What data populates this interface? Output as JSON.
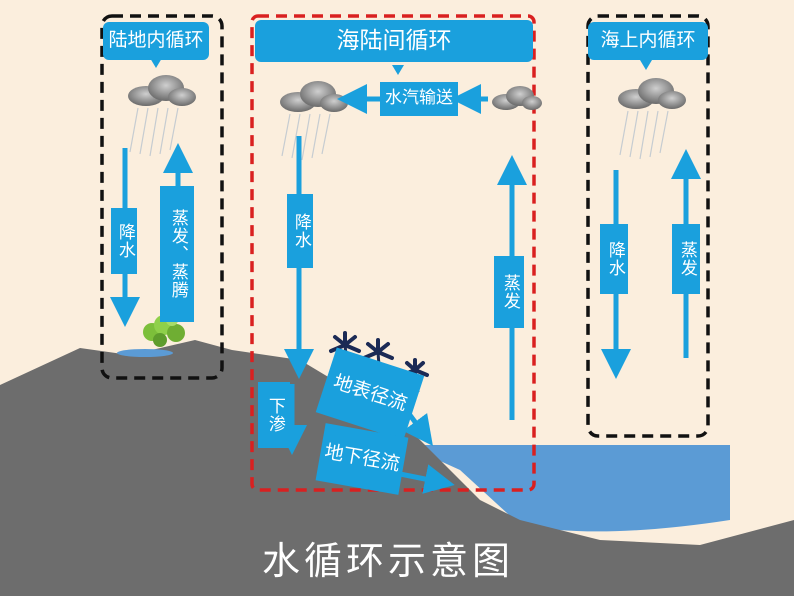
{
  "labels": {
    "land_cycle": "陆地内循环",
    "sea_land_cycle": "海陆间循环",
    "sea_cycle": "海上内循环",
    "vapor_transport": "水汽输送",
    "land_precip": "降水",
    "land_evap": "蒸发、蒸腾",
    "mid_precip": "降水",
    "mid_evap": "蒸发",
    "surface_runoff": "地表径流",
    "infiltration": "下渗",
    "groundwater_runoff": "地下径流",
    "sea_precip": "降水",
    "sea_evap": "蒸发"
  },
  "title": "水循环示意图",
  "colors": {
    "background": "#fbeedd",
    "label_bg": "#1aa0dd",
    "arrow": "#1aa0dd",
    "land": "#6b6b6b",
    "ocean": "#5b9bd5",
    "red_dash": "#d92020",
    "black_dash": "#111111"
  }
}
